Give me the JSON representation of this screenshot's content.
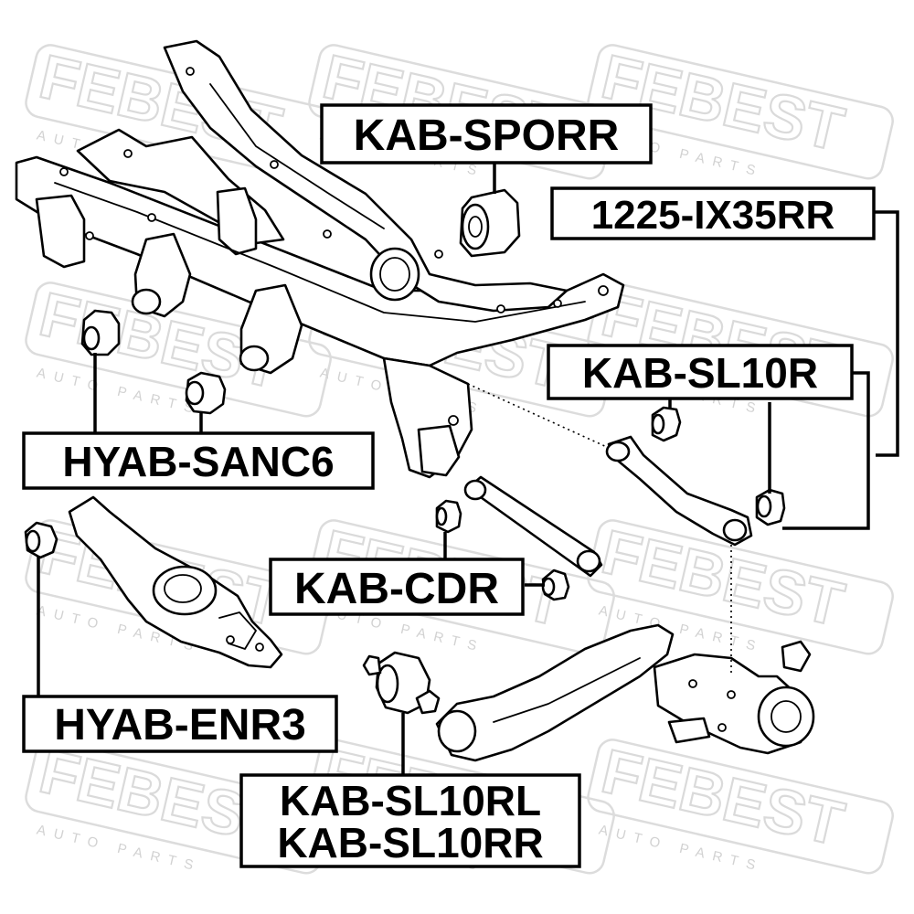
{
  "watermark": {
    "brand": "FEBEST",
    "subtitle": "AUTO PARTS"
  },
  "labels": {
    "kab_sporr": "KAB-SPORR",
    "ix35rr": "1225-IX35RR",
    "kab_sl10r": "KAB-SL10R",
    "hyab_sanc6": "HYAB-SANC6",
    "kab_cdr": "KAB-CDR",
    "hyab_enr3": "HYAB-ENR3",
    "kab_sl10rl": "KAB-SL10RL",
    "kab_sl10rr": "KAB-SL10RR"
  }
}
